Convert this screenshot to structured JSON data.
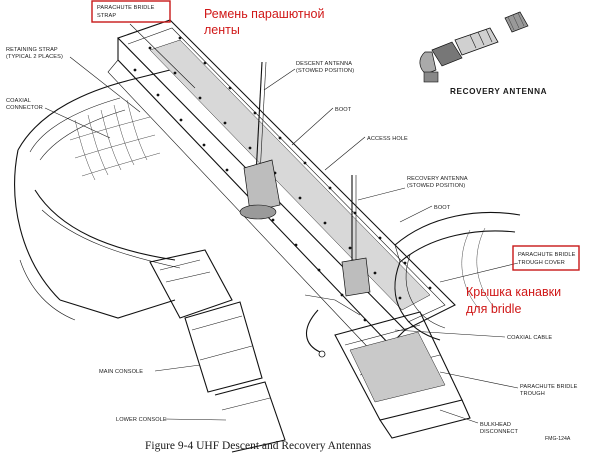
{
  "labels": {
    "parachute_bridle_strap": "PARACHUTE BRIDLE\nSTRAP",
    "retaining_strap": "RETAINING STRAP\n(TYPICAL 2 PLACES)",
    "coaxial_connector": "COAXIAL\nCONNECTOR",
    "descent_antenna": "DESCENT ANTENNA\n(STOWED POSITION)",
    "boot_upper": "BOOT",
    "access_hole": "ACCESS HOLE",
    "recovery_antenna_stowed": "RECOVERY ANTENNA\n(STOWED POSITION)",
    "boot_lower": "BOOT",
    "trough_cover": "PARACHUTE BRIDLE\nTROUGH COVER",
    "coaxial_cable": "COAXIAL CABLE",
    "main_console": "MAIN CONSOLE",
    "lower_console": "LOWER CONSOLE",
    "bridle_trough": "PARACHUTE BRIDLE\nTROUGH",
    "bulkhead_disconnect": "BULKHEAD\nDISCONNECT",
    "recovery_antenna_title": "RECOVERY ANTENNA"
  },
  "annotations": {
    "ru_strap": "Ремень парашютной\nленты",
    "ru_cover": "Крышка канавки\nдля bridle"
  },
  "caption": "Figure 9-4  UHF Descent and Recovery Antennas",
  "figure_code": "FMG-124A",
  "colors": {
    "annotation_red": "#d01818",
    "line": "#1a1a1a"
  }
}
